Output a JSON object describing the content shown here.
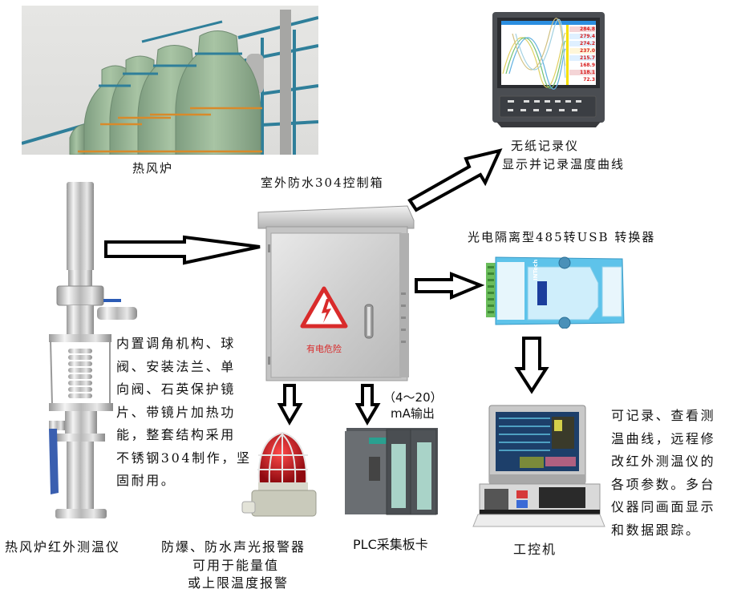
{
  "title": "热风炉红外测温系统示意图",
  "components": {
    "hot_blast_stove": {
      "label": "热风炉",
      "icon": "hot-blast-stove-photo"
    },
    "infrared_thermometer": {
      "label": "热风炉红外测温仪",
      "icon": "infrared-thermometer-photo",
      "description": "内置调角机构、球\n阀、安装法兰、单\n向阀、石英保护镜\n片、带镜片加热功\n能，整套结构采用\n不锈钢304制作，坚\n固耐用。"
    },
    "control_box": {
      "label": "室外防水304控制箱",
      "warning_text": "有电危险",
      "icon": "control-box-photo"
    },
    "paperless_recorder": {
      "label_line1": "无纸记录仪",
      "label_line2": "显示并记录温度曲线",
      "icon": "paperless-recorder-photo",
      "readings": [
        "284.8",
        "279.4",
        "274.2",
        "237.0",
        "215.7",
        "168.9",
        "118.1",
        "72.3"
      ]
    },
    "converter": {
      "label": "光电隔离型485转USB 转换器",
      "brand": "INTech",
      "icon": "converter-photo"
    },
    "alarm": {
      "label_line1": "防爆、防水声光报警器",
      "label_line2": "可用于能量值",
      "label_line3": "或上限温度报警",
      "icon": "alarm-beacon-photo"
    },
    "plc": {
      "label": "PLC采集板卡",
      "output_line1": "（4～20）",
      "output_line2": "mA输出",
      "icon": "plc-photo"
    },
    "industrial_pc": {
      "label": "工控机",
      "icon": "industrial-pc-photo",
      "description": "可记录、查看测\n温曲线，远程修\n改红外测温仪的\n各项参数。多台\n仪器同画面显示\n和数据跟踪。"
    }
  },
  "colors": {
    "stove_green": "#9cb89a",
    "steel_blue": "#2f7f9a",
    "converter_blue": "#5ec3ea",
    "terminal_green": "#6bbd5c",
    "warning_red": "#d92b2b",
    "alarm_red": "#c8121a"
  }
}
